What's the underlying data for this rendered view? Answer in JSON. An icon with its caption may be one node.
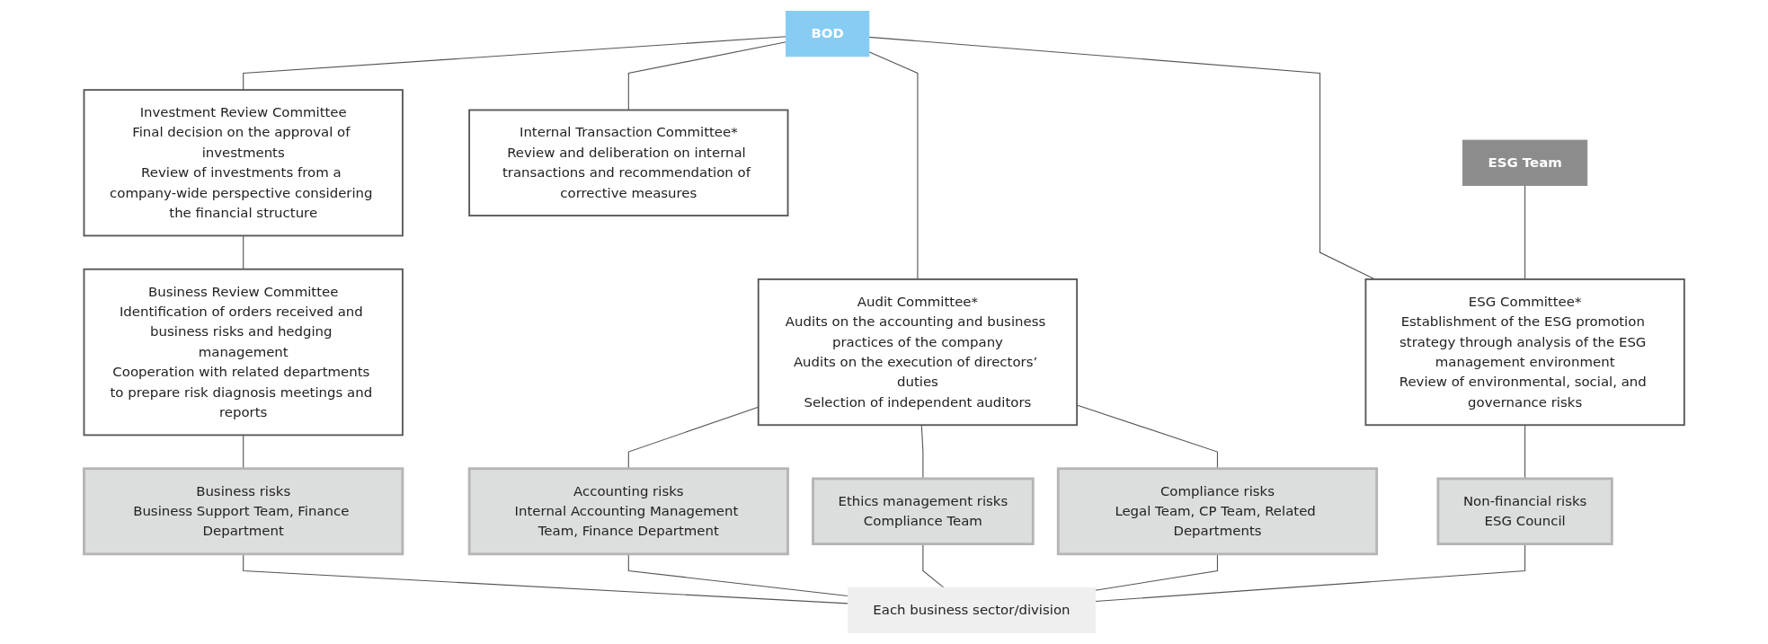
{
  "diagram": {
    "nodes": [
      {
        "text": [
          "BOD"
        ]
      },
      {
        "text": [
          "Investment Review Committee",
          "Final decision on the approval of investments",
          "Review of investments from a company-wide perspective considering the financial structure"
        ]
      },
      {
        "text": [
          "Audit Committee*",
          "Audits on the accounting and business practices of the company",
          "Audits on the execution of directors’ duties",
          "Selection of independent auditors"
        ]
      },
      {
        "text": [
          "Internal Transaction Committee*",
          "Review and deliberation on internal transactions and recommendation of corrective measures"
        ]
      },
      {
        "text": [
          "ESG Committee*",
          "Establishment of the ESG promotion strategy through analysis of the ESG management environment",
          "Review of environmental, social, and governance risks"
        ]
      },
      {
        "text": [
          "Business Review Committee",
          "Identification of orders received and business risks and hedging management",
          "Cooperation with related departments to prepare risk diagnosis meetings and reports"
        ]
      },
      {
        "text": [
          "ESG Team"
        ]
      },
      {
        "text": [
          "Business risks",
          "Business Support Team, Finance Department"
        ]
      },
      {
        "text": [
          "Accounting risks",
          "Internal Accounting Management Team, Finance Department"
        ]
      },
      {
        "text": [
          "Ethics management risks",
          "Compliance Team"
        ]
      },
      {
        "text": [
          "Compliance risks",
          "Legal Team, CP Team, Related Departments"
        ]
      },
      {
        "text": [
          "Non-financial risks",
          "ESG Council"
        ]
      },
      {
        "text": [
          "Each business sector/division"
        ]
      }
    ],
    "edges": [
      {
        "from": 0,
        "to": 1,
        "arrow": "none"
      },
      {
        "from": 0,
        "to": 2,
        "arrow": "none"
      },
      {
        "from": 0,
        "to": 3,
        "arrow": "none"
      },
      {
        "from": 0,
        "to": 4,
        "arrow": "none"
      },
      {
        "from": 1,
        "to": 5,
        "arrow": "none"
      },
      {
        "from": 5,
        "to": 7,
        "arrow": "none"
      },
      {
        "from": 2,
        "to": 8,
        "arrow": "none"
      },
      {
        "from": 2,
        "to": 9,
        "arrow": "none"
      },
      {
        "from": 2,
        "to": 10,
        "arrow": "none"
      },
      {
        "from": 4,
        "to": 11,
        "arrow": "none"
      },
      {
        "from": 6,
        "to": 4,
        "arrow": "none"
      },
      {
        "from": 7,
        "to": 12,
        "arrow": "none"
      },
      {
        "from": 8,
        "to": 12,
        "arrow": "none"
      },
      {
        "from": 9,
        "to": 12,
        "arrow": "none"
      },
      {
        "from": 10,
        "to": 12,
        "arrow": "none"
      },
      {
        "from": 11,
        "to": 12,
        "arrow": "none"
      }
    ]
  }
}
